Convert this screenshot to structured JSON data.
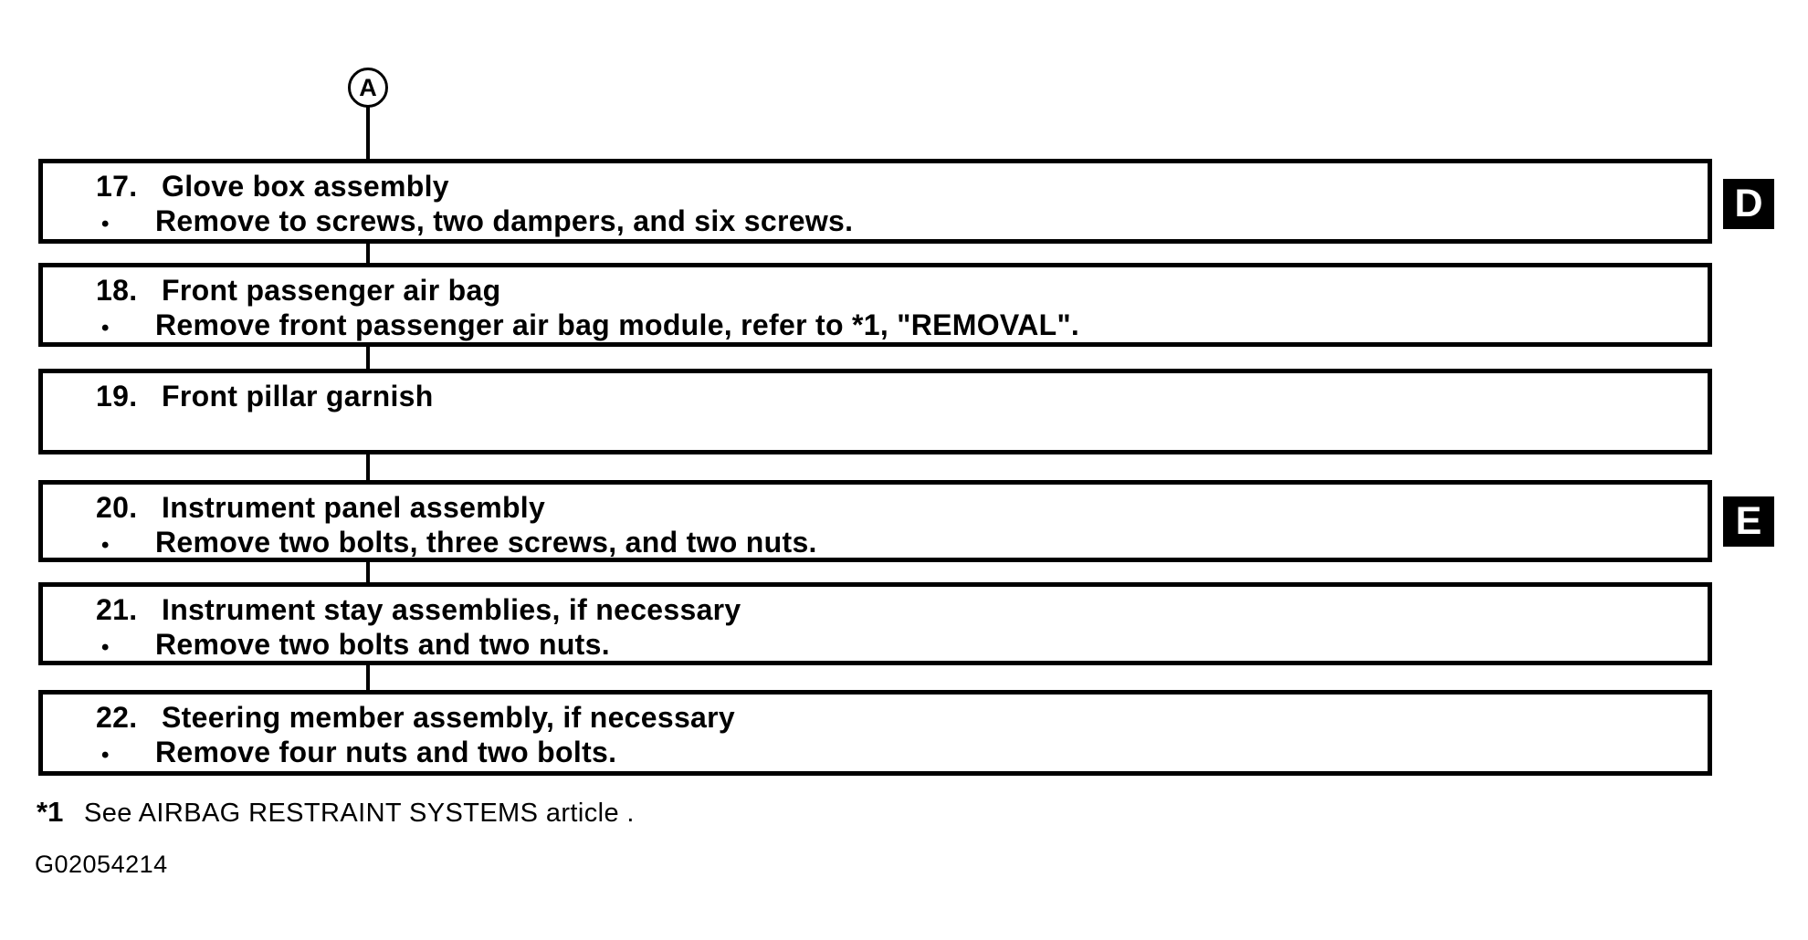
{
  "connector": {
    "label": "A"
  },
  "bullet_char": "•",
  "steps": [
    {
      "number": "17.",
      "title": "Glove box assembly",
      "detail": "Remove to screws, two dampers, and six screws."
    },
    {
      "number": "18.",
      "title": "Front passenger air bag",
      "detail": "Remove front passenger air bag module, refer to *1, \"REMOVAL\"."
    },
    {
      "number": "19.",
      "title": "Front pillar garnish",
      "detail": null
    },
    {
      "number": "20.",
      "title": "Instrument panel assembly",
      "detail": "Remove two bolts, three screws, and two nuts."
    },
    {
      "number": "21.",
      "title": "Instrument stay assemblies, if necessary",
      "detail": "Remove two bolts and two nuts."
    },
    {
      "number": "22.",
      "title": "Steering member assembly, if necessary",
      "detail": "Remove four nuts and two bolts."
    }
  ],
  "side_markers": [
    {
      "label": "D",
      "attached_to_step": "17"
    },
    {
      "label": "E",
      "attached_to_step": "20"
    }
  ],
  "footnote": {
    "ref": "*1",
    "text": "See AIRBAG RESTRAINT SYSTEMS article ."
  },
  "figure_id": "G02054214",
  "colors": {
    "ink": "#000000",
    "background": "#ffffff"
  }
}
